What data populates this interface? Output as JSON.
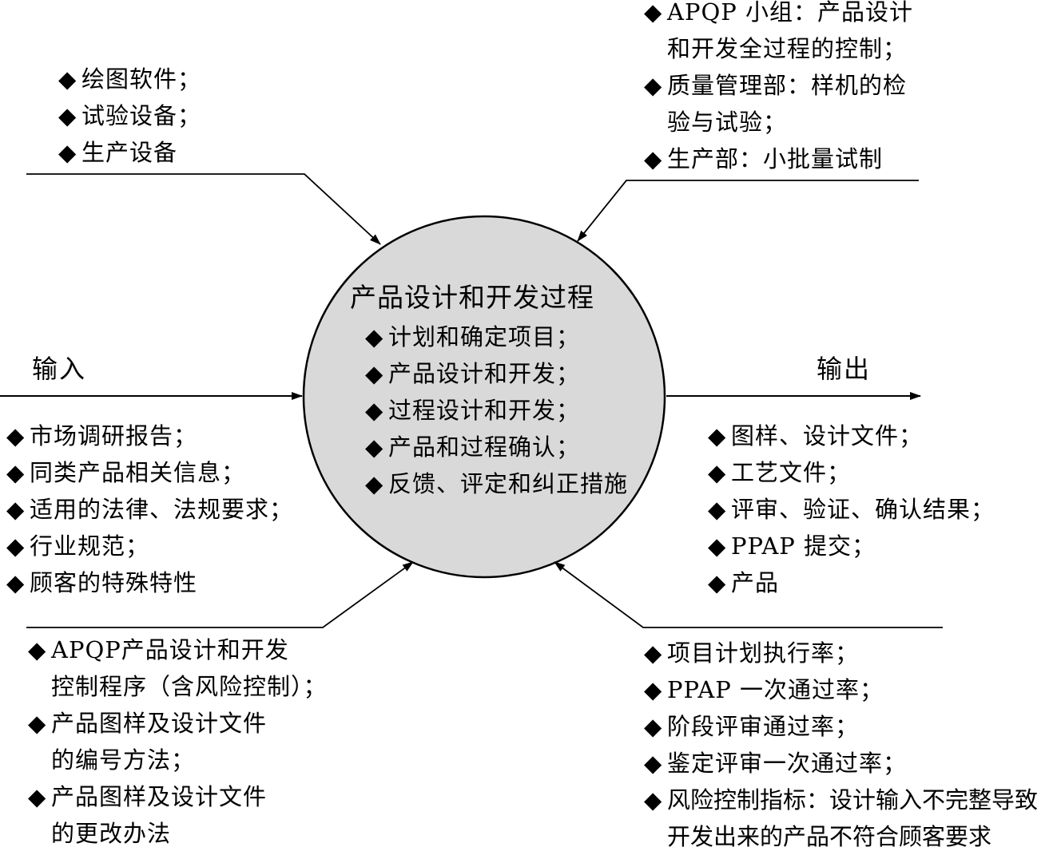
{
  "bullet": "◆",
  "center": {
    "title": "产品设计和开发过程",
    "items": [
      "计划和确定项目；",
      "产品设计和开发；",
      "过程设计和开发；",
      "产品和过程确认；",
      "反馈、评定和纠正措施"
    ]
  },
  "input": {
    "label": "输入",
    "items": [
      "市场调研报告；",
      "同类产品相关信息；",
      "适用的法律、法规要求；",
      "行业规范；",
      "顾客的特殊特性"
    ]
  },
  "output": {
    "label": "输出",
    "items": [
      "图样、设计文件；",
      "工艺文件；",
      "评审、验证、确认结果；",
      "PPAP 提交；",
      "产品"
    ]
  },
  "resources": {
    "items": [
      "绘图软件；",
      "试验设备；",
      "生产设备"
    ]
  },
  "personnel": {
    "items": [
      [
        "APQP 小组：产品设计",
        "和开发全过程的控制；"
      ],
      [
        "质量管理部：样机的检",
        "验与试验；"
      ],
      [
        "生产部：小批量试制"
      ]
    ]
  },
  "methods": {
    "items": [
      [
        "APQP产品设计和开发",
        "控制程序（含风险控制）；"
      ],
      [
        "产品图样及设计文件",
        "的编号方法；"
      ],
      [
        "产品图样及设计文件",
        "的更改办法"
      ]
    ]
  },
  "metrics": {
    "items": [
      [
        "项目计划执行率；"
      ],
      [
        "PPAP 一次通过率；"
      ],
      [
        "阶段评审通过率；"
      ],
      [
        "鉴定评审一次通过率；"
      ],
      [
        "风险控制指标：设计输入不完整导致",
        "开发出来的产品不符合顾客要求"
      ]
    ]
  },
  "colors": {
    "circle_fill": "#d9d9d9",
    "stroke": "#000000"
  }
}
